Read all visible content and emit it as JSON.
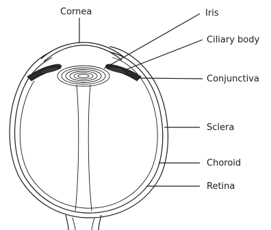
{
  "labels": {
    "cornea": "Cornea",
    "iris": "Iris",
    "ciliary_body": "Ciliary body",
    "conjunctiva": "Conjunctiva",
    "sclera": "Sclera",
    "choroid": "Choroid",
    "retina": "Retina"
  }
}
